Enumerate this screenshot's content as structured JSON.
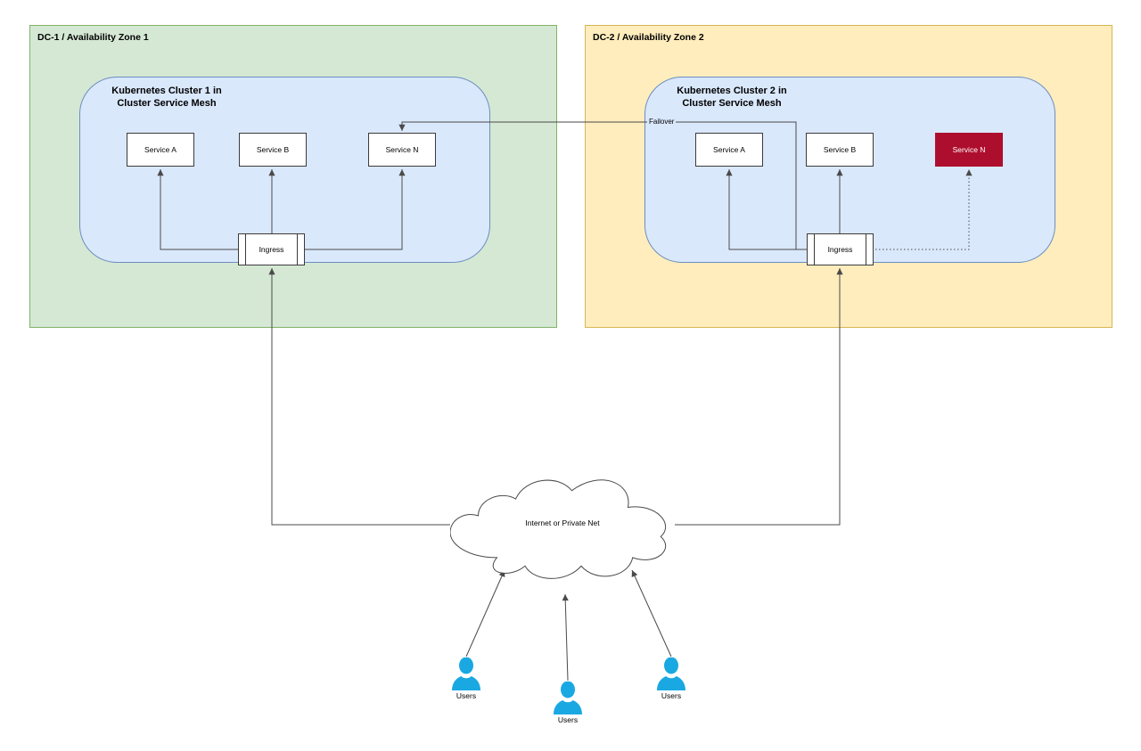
{
  "colors": {
    "zone1_fill": "#d5e8d4",
    "zone1_border": "#82b366",
    "zone2_fill": "#ffedbd",
    "zone2_border": "#d6b656",
    "cluster_fill": "#dae8fc",
    "cluster_border": "#6c8ebf",
    "node_fill": "#ffffff",
    "node_border": "#3b3b3b",
    "failed_fill": "#ae0e2e",
    "failed_text": "#ffffff",
    "line": "#4a4a4a",
    "user_icon": "#1aa8e2",
    "text": "#000000"
  },
  "zones": [
    {
      "title": "DC-1 / Availability Zone 1",
      "cluster": {
        "title_line1": "Kubernetes Cluster 1 in",
        "title_line2": "Cluster Service Mesh",
        "services": [
          {
            "label": "Service A",
            "status": "normal"
          },
          {
            "label": "Service B",
            "status": "normal"
          },
          {
            "label": "Service N",
            "status": "normal"
          }
        ],
        "ingress_label": "Ingress"
      }
    },
    {
      "title": "DC-2 / Availability Zone 2",
      "cluster": {
        "title_line1": "Kubernetes Cluster 2 in",
        "title_line2": "Cluster Service Mesh",
        "services": [
          {
            "label": "Service A",
            "status": "normal"
          },
          {
            "label": "Service B",
            "status": "normal"
          },
          {
            "label": "Service N",
            "status": "failed"
          }
        ],
        "ingress_label": "Ingress"
      }
    }
  ],
  "edges": {
    "failover_label": "Failover"
  },
  "cloud": {
    "label": "Internet or Private Net"
  },
  "users": [
    {
      "label": "Users"
    },
    {
      "label": "Users"
    },
    {
      "label": "Users"
    }
  ]
}
